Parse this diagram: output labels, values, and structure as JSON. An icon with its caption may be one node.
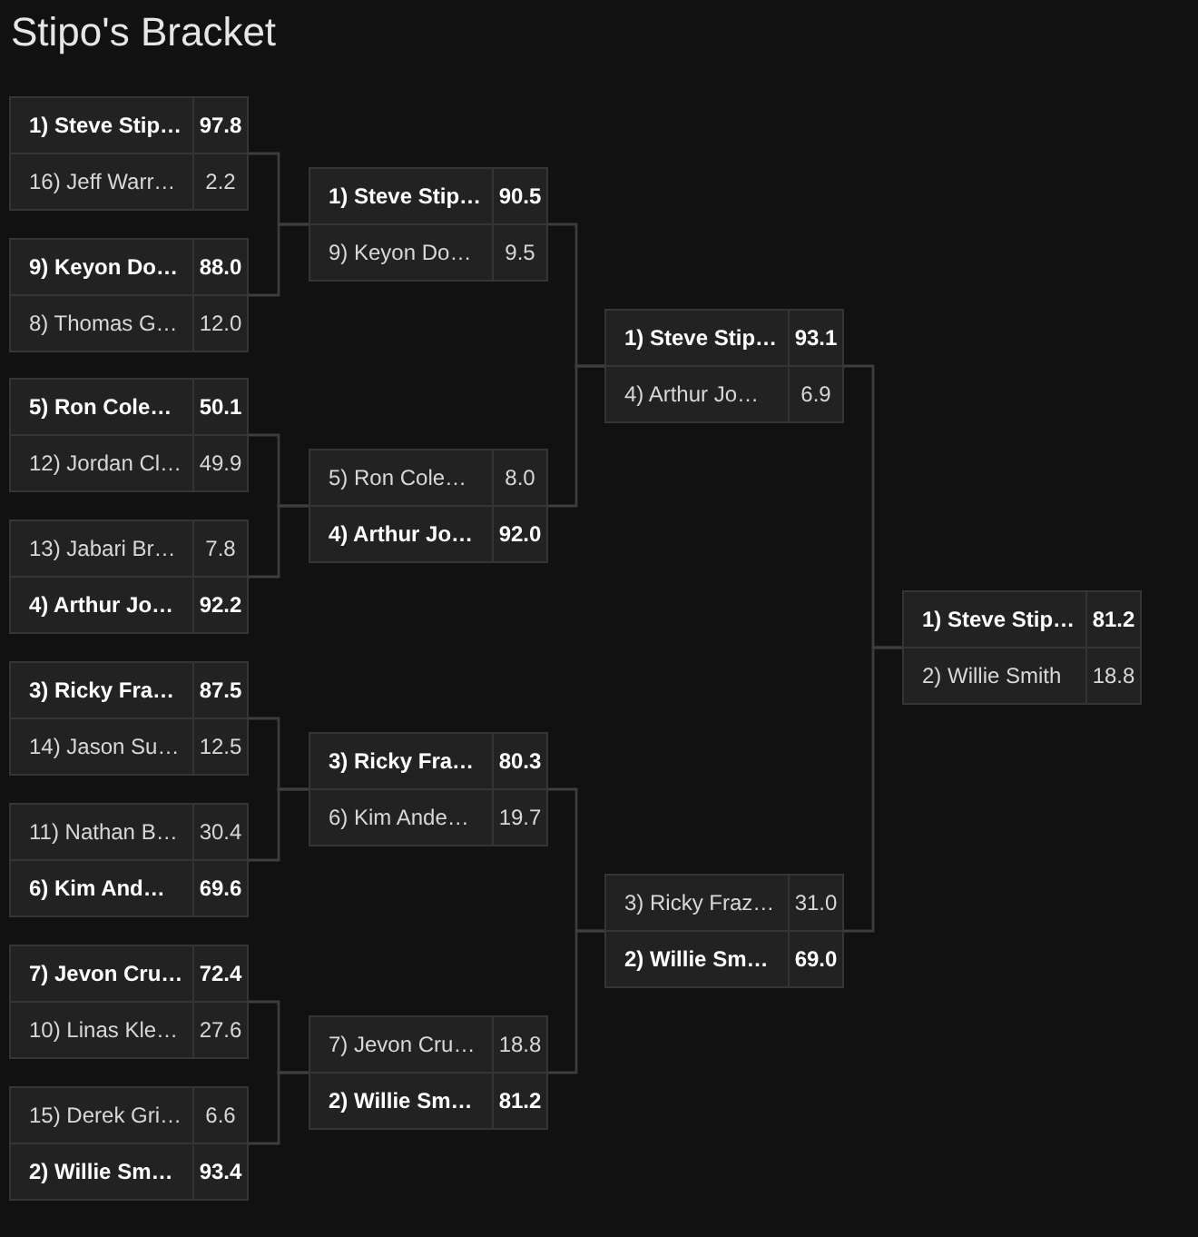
{
  "diagram": {
    "title": "Stipo's Bracket",
    "nodes": [
      {
        "text": [],
        "shape": "box"
      },
      {
        "text": [
          "1) Steve Stip…",
          "97.8"
        ],
        "in": 0
      },
      {
        "text": [
          "16) Jeff Warr…",
          "2.2"
        ],
        "in": 0
      },
      {
        "text": [],
        "shape": "box"
      },
      {
        "text": [
          "9) Keyon Do…",
          "88.0"
        ],
        "in": 3
      },
      {
        "text": [
          "8) Thomas G…",
          "12.0"
        ],
        "in": 3
      },
      {
        "text": [],
        "shape": "box"
      },
      {
        "text": [
          "5) Ron Cole…",
          "50.1"
        ],
        "in": 6
      },
      {
        "text": [
          "12) Jordan Cl…",
          "49.9"
        ],
        "in": 6
      },
      {
        "text": [],
        "shape": "box"
      },
      {
        "text": [
          "13) Jabari Br…",
          "7.8"
        ],
        "in": 9
      },
      {
        "text": [
          "4) Arthur Jo…",
          "92.2"
        ],
        "in": 9
      },
      {
        "text": [],
        "shape": "box"
      },
      {
        "text": [
          "3) Ricky Fra…",
          "87.5"
        ],
        "in": 12
      },
      {
        "text": [
          "14) Jason Su…",
          "12.5"
        ],
        "in": 12
      },
      {
        "text": [],
        "shape": "box"
      },
      {
        "text": [
          "11) Nathan B…",
          "30.4"
        ],
        "in": 15
      },
      {
        "text": [
          "6) Kim And…",
          "69.6"
        ],
        "in": 15
      },
      {
        "text": [],
        "shape": "box"
      },
      {
        "text": [
          "7) Jevon Cru…",
          "72.4"
        ],
        "in": 18
      },
      {
        "text": [
          "10) Linas Kle…",
          "27.6"
        ],
        "in": 18
      },
      {
        "text": [],
        "shape": "box"
      },
      {
        "text": [
          "15) Derek Gri…",
          "6.6"
        ],
        "in": 21
      },
      {
        "text": [
          "2) Willie Sm…",
          "93.4"
        ],
        "in": 21
      },
      {
        "text": [],
        "shape": "box"
      },
      {
        "text": [
          "1) Steve Stip…",
          "90.5"
        ],
        "in": 24
      },
      {
        "text": [
          "9) Keyon Do…",
          "9.5"
        ],
        "in": 24
      },
      {
        "text": [],
        "shape": "box"
      },
      {
        "text": [
          "5) Ron Cole…",
          "8.0"
        ],
        "in": 27
      },
      {
        "text": [
          "4) Arthur Jo…",
          "92.0"
        ],
        "in": 27
      },
      {
        "text": [],
        "shape": "box"
      },
      {
        "text": [
          "3) Ricky Fra…",
          "80.3"
        ],
        "in": 30
      },
      {
        "text": [
          "6) Kim Ande…",
          "19.7"
        ],
        "in": 30
      },
      {
        "text": [],
        "shape": "box"
      },
      {
        "text": [
          "7) Jevon Cru…",
          "18.8"
        ],
        "in": 33
      },
      {
        "text": [
          "2) Willie Sm…",
          "81.2"
        ],
        "in": 33
      },
      {
        "text": [],
        "shape": "box"
      },
      {
        "text": [
          "1) Steve Stip…",
          "93.1"
        ],
        "in": 36
      },
      {
        "text": [
          "4) Arthur Jo…",
          "6.9"
        ],
        "in": 36
      },
      {
        "text": [],
        "shape": "box"
      },
      {
        "text": [
          "3) Ricky Fraz…",
          "31.0"
        ],
        "in": 39
      },
      {
        "text": [
          "2) Willie Sm…",
          "69.0"
        ],
        "in": 39
      },
      {
        "text": [],
        "shape": "box"
      },
      {
        "text": [
          "1) Steve Stip…",
          "81.2"
        ],
        "in": 42
      },
      {
        "text": [
          "2) Willie Smith",
          "18.8"
        ],
        "in": 42
      }
    ],
    "edges": [
      {
        "from": 0,
        "to": 24,
        "arrow": "none"
      },
      {
        "from": 3,
        "to": 24,
        "arrow": "none"
      },
      {
        "from": 6,
        "to": 27,
        "arrow": "none"
      },
      {
        "from": 9,
        "to": 27,
        "arrow": "none"
      },
      {
        "from": 12,
        "to": 30,
        "arrow": "none"
      },
      {
        "from": 15,
        "to": 30,
        "arrow": "none"
      },
      {
        "from": 18,
        "to": 33,
        "arrow": "none"
      },
      {
        "from": 21,
        "to": 33,
        "arrow": "none"
      },
      {
        "from": 24,
        "to": 36,
        "arrow": "none"
      },
      {
        "from": 27,
        "to": 36,
        "arrow": "none"
      },
      {
        "from": 30,
        "to": 39,
        "arrow": "none"
      },
      {
        "from": 33,
        "to": 39,
        "arrow": "none"
      },
      {
        "from": 36,
        "to": 42,
        "arrow": "none"
      },
      {
        "from": 39,
        "to": 42,
        "arrow": "none"
      }
    ]
  }
}
